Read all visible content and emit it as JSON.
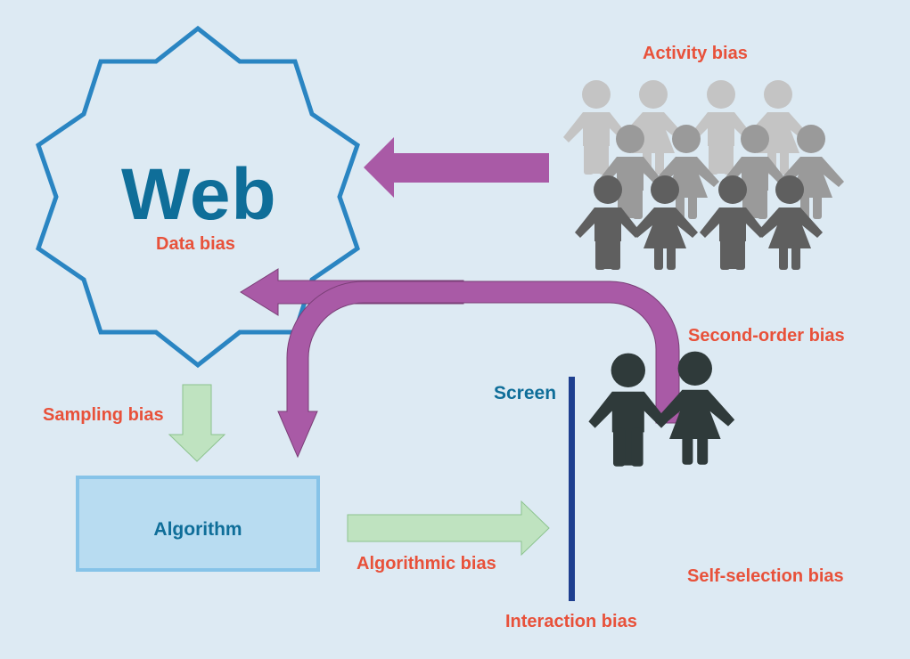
{
  "diagram": {
    "web_title": "Web",
    "data_bias": "Data bias",
    "activity_bias": "Activity bias",
    "second_order_bias": "Second-order bias",
    "sampling_bias": "Sampling bias",
    "algorithm": "Algorithm",
    "algorithmic_bias": "Algorithmic bias",
    "screen": "Screen",
    "interaction_bias": "Interaction bias",
    "self_selection_bias": "Self-selection bias"
  },
  "colors": {
    "background": "#ddeaf3",
    "star_outline": "#2a85c2",
    "web_text": "#0f6e99",
    "bias_text": "#e8513a",
    "purple_arrow": "#a95aa6",
    "green_arrow": "#bfe3c0",
    "algorithm_box": "#b8dcf1",
    "screen_line": "#1e3f8f",
    "people_light": "#c4c4c4",
    "people_mid": "#9a9a9a",
    "people_dark": "#5f5f5f",
    "people_darkest": "#2f3a3a"
  },
  "icons": [
    "person-icon",
    "person-dress-icon"
  ]
}
